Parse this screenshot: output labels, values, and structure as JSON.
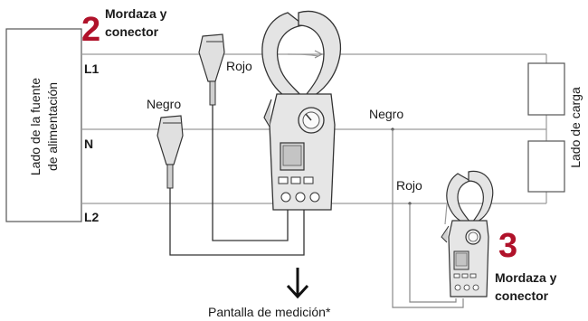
{
  "source_box": {
    "line1": "Lado de la fuente",
    "line2": "de alimentación"
  },
  "lines": {
    "l1": "L1",
    "n": "N",
    "l2": "L2"
  },
  "load_box": {
    "label": "Lado de carga"
  },
  "step2": {
    "number": "2",
    "line1": "Mordaza y",
    "line2": "conector"
  },
  "step3": {
    "number": "3",
    "line1": "Mordaza y",
    "line2": "conector"
  },
  "wire_labels": {
    "rojo_left": "Rojo",
    "negro_left": "Negro",
    "negro_right": "Negro",
    "rojo_right": "Rojo"
  },
  "measurement_display": "Pantalla de medición*",
  "arrow_icon": "arrow-down-icon",
  "colors": {
    "accent_red": "#b0122a",
    "wire_gray": "#9a9a9a",
    "meter_body": "#e6e6e6",
    "meter_screen": "#d5d5d5"
  }
}
